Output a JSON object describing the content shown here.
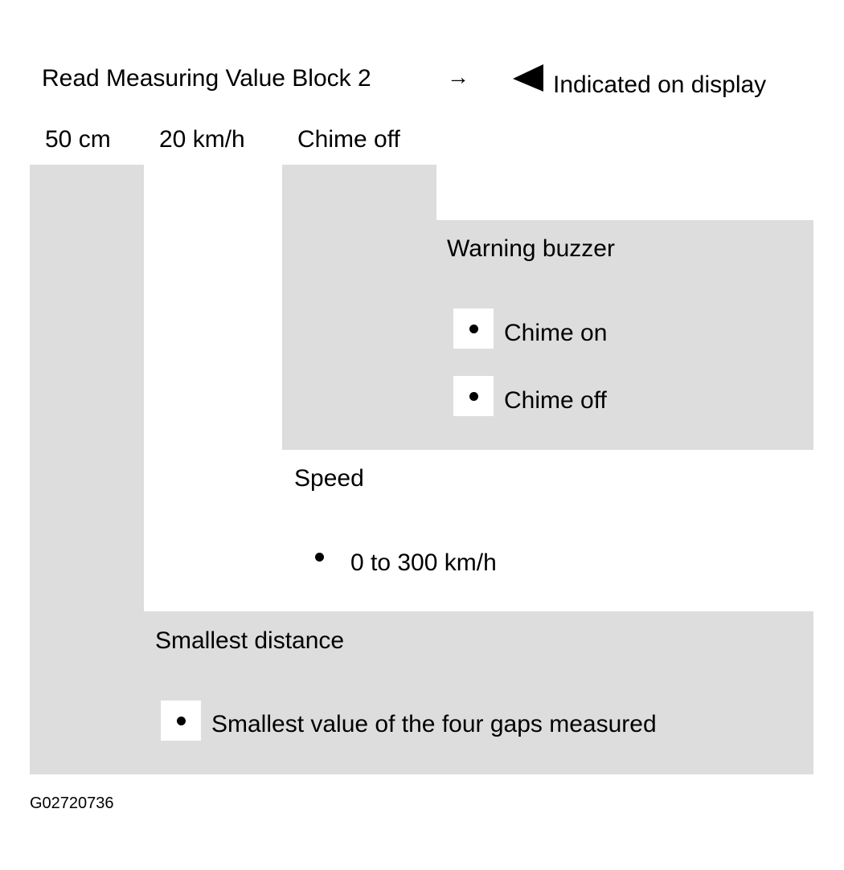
{
  "header": {
    "title": "Read Measuring Value Block 2",
    "arrow": "→",
    "pointer_icon": "left-triangle-icon",
    "indicated_label": "Indicated on display"
  },
  "columns": {
    "col1": "50 cm",
    "col2": "20 km/h",
    "col3": "Chime off"
  },
  "warning_buzzer": {
    "heading": "Warning buzzer",
    "items": [
      "Chime on",
      "Chime off"
    ]
  },
  "speed": {
    "heading": "Speed",
    "items": [
      "0 to 300 km/h"
    ]
  },
  "smallest_distance": {
    "heading": "Smallest distance",
    "items": [
      "Smallest value of the four gaps measured"
    ]
  },
  "figure_id": "G02720736",
  "colors": {
    "panel_gray": "#dddddd",
    "background": "#ffffff",
    "text": "#000000"
  }
}
